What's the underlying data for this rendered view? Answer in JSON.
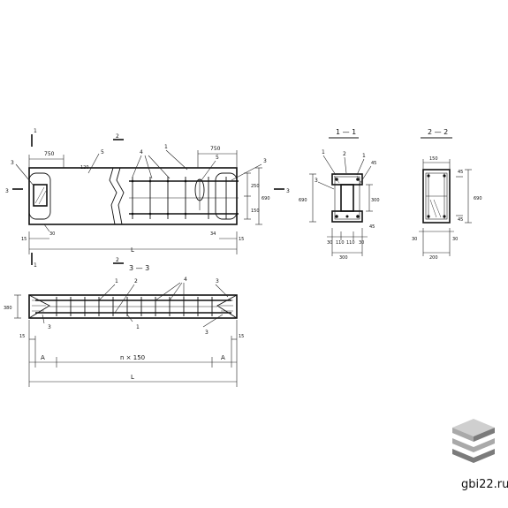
{
  "watermark": {
    "site": "gbi22.ru",
    "logo_colors": [
      "#cfcfcf",
      "#a9a9a9",
      "#7b7b7b"
    ]
  },
  "sections": {
    "section_1": "1 — 1",
    "section_2": "2 — 2",
    "section_3": "3 — 3",
    "cut_1": "1",
    "cut_2": "2",
    "cut_3": "3"
  },
  "callouts": {
    "c1": "1",
    "c2": "2",
    "c3": "3",
    "c4": "4",
    "c5": "5"
  },
  "dimensions": {
    "d750": "750",
    "d120": "120",
    "d690": "690",
    "d150": "150",
    "d250": "250",
    "d30": "30",
    "d34": "34",
    "d15": "15",
    "d30b": "30",
    "d45": "45",
    "d300": "300",
    "d200": "200",
    "d110": "110",
    "d380": "380",
    "L": "L",
    "A": "A",
    "nx": "n × 150"
  }
}
